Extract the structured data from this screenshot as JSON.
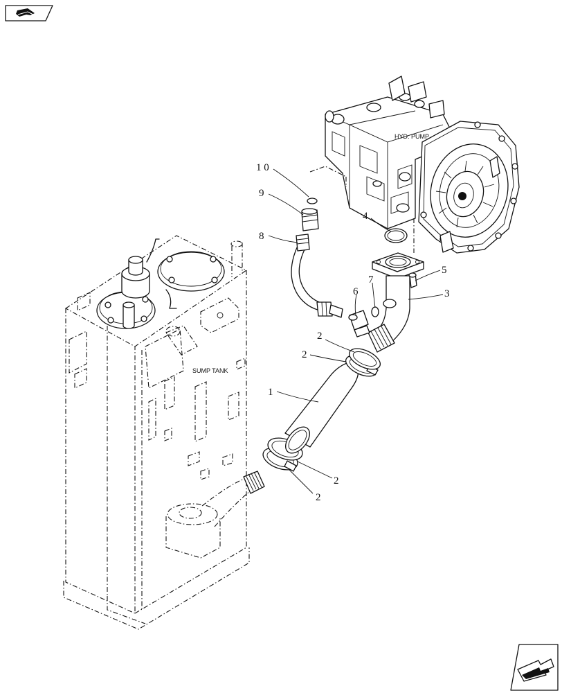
{
  "diagram": {
    "labels": {
      "hyd_pump": "HYD. PUMP",
      "sump_tank": "SUMP TANK"
    },
    "callouts": [
      "1",
      "2",
      "2",
      "2",
      "2",
      "3",
      "4",
      "5",
      "6",
      "7",
      "8",
      "9",
      "1 0"
    ]
  },
  "icons": {
    "top_left": "book-icon",
    "bottom_right": "next-page-arrow-icon"
  }
}
